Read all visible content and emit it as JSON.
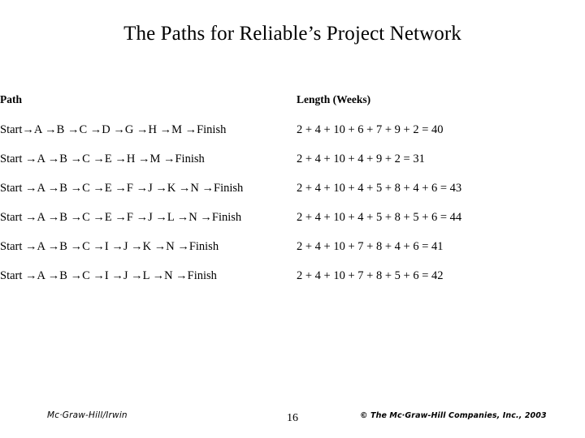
{
  "slide": {
    "title": "The Paths for Reliable’s Project Network",
    "page_number": "16"
  },
  "table": {
    "headers": {
      "path": "Path",
      "length": "Length (Weeks)"
    },
    "rows": [
      {
        "path": "Start→A →B →C →D →G →H →M →Finish",
        "length": "2 + 4 + 10 + 6 + 7 + 9 + 2 = 40"
      },
      {
        "path": "Start →A →B →C →E →H →M →Finish",
        "length": "2 + 4 + 10 + 4 + 9 + 2 = 31"
      },
      {
        "path": "Start →A →B →C →E →F →J →K →N →Finish",
        "length": "2 + 4 + 10 + 4 + 5 + 8 + 4 + 6 = 43"
      },
      {
        "path": "Start →A →B →C →E →F →J →L →N →Finish",
        "length": "2 + 4 + 10 + 4 + 5 + 8 + 5 + 6 = 44"
      },
      {
        "path": "Start →A →B →C →I →J →K →N →Finish",
        "length": "2 + 4 + 10 + 7 + 8 + 4 + 6 = 41"
      },
      {
        "path": "Start →A →B →C →I →J →L →N →Finish",
        "length": "2 + 4 + 10 + 7 + 8 + 5 + 6 = 42"
      }
    ]
  },
  "footer": {
    "publisher": "Mc·Graw-Hill/Irwin",
    "copyright": "© The Mc·Graw-Hill Companies, Inc., 2003"
  },
  "colors": {
    "background": "#ffffff",
    "text": "#000000"
  }
}
